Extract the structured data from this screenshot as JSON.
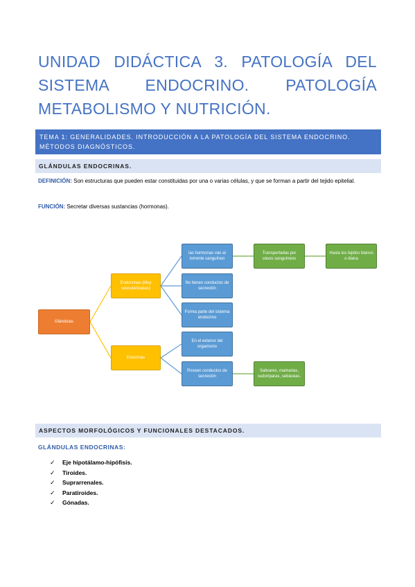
{
  "title": {
    "line1": "UNIDAD DIDÁCTICA 3. PATOLOGÍA DEL",
    "line2": "SISTEMA ENDOCRINO. PATOLOGÍA",
    "line3": "METABOLISMO Y NUTRICIÓN."
  },
  "banner": {
    "line1": "TEMA 1: GENERALIDADES. INTRODUCCIÓN A LA PATOLOGÍA DEL SISTEMA ENDOCRINO.",
    "line2": "MÉTODOS DIAGNÓSTICOS."
  },
  "section1": {
    "heading": "GLÁNDULAS ENDOCRINAS.",
    "definition_label": "DEFINICIÓN:",
    "definition_text": " Son estructuras que pueden estar constituidas por una o varias células, y que se forman a partir del tejido epitelial.",
    "function_label": "FUNCIÓN:",
    "function_text": " Secretar diversas sustancias (hormonas)."
  },
  "diagram": {
    "root": "Glándulas",
    "endocrinas": "Endocrinas (Muy vascularizadas)",
    "exocrinas": "Exocrinas",
    "endo_children": [
      "las hormonas van al torrente sanguíneo",
      "No tienen conductos de secreción",
      "Forma parte del sistema endocrino"
    ],
    "exo_children": [
      "En el exterior del organismo",
      "Poseen conductos de secreción"
    ],
    "transport": "Transportadas por vasos sanguíneos",
    "target": "Hasta los tejidos blanco o diana",
    "exo_examples": "Salivares, mamarias, sudoríparas, sebáceas."
  },
  "section2": {
    "heading": "ASPECTOS MORFOLÓGICOS Y FUNCIONALES DESTACADOS.",
    "subheading": "GLÁNDULAS ENDOCRINAS:",
    "items": [
      "Eje hipotálamo-hipófisis.",
      "Tiroides.",
      "Suprarrenales.",
      "Paratiroides.",
      "Gónadas."
    ],
    "check_icon": "✓"
  },
  "colors": {
    "blue_title": "#4472c4",
    "band_light": "#dae3f3",
    "orange": "#ed7d31",
    "yellow": "#ffc000",
    "blue_node": "#5b9bd5",
    "green": "#70ad47"
  }
}
